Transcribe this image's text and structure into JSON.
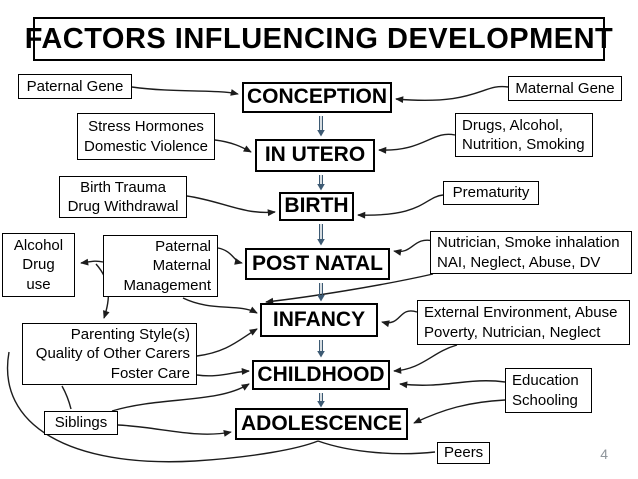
{
  "header": {
    "title": "FACTORS INFLUENCING DEVELOPMENT"
  },
  "page": {
    "number": "4"
  },
  "colors": {
    "background": "#ffffff",
    "border": "#000000",
    "connector": "#1c1c1c",
    "flow_arrow": "#3d5a73",
    "page_number_gray": "#8f959b"
  },
  "diagram": {
    "stages": [
      {
        "id": "conception",
        "label": "CONCEPTION"
      },
      {
        "id": "in-utero",
        "label": "IN UTERO"
      },
      {
        "id": "birth",
        "label": "BIRTH"
      },
      {
        "id": "post-natal",
        "label": "POST NATAL"
      },
      {
        "id": "infancy",
        "label": "INFANCY"
      },
      {
        "id": "childhood",
        "label": "CHILDHOOD"
      },
      {
        "id": "adolescence",
        "label": "ADOLESCENCE"
      }
    ],
    "factors": [
      {
        "id": "paternal-gene",
        "lines": [
          "Paternal Gene"
        ]
      },
      {
        "id": "maternal-gene",
        "lines": [
          "Maternal Gene"
        ]
      },
      {
        "id": "stress",
        "lines": [
          "Stress Hormones",
          "Domestic Violence"
        ]
      },
      {
        "id": "drugs",
        "lines": [
          "Drugs, Alcohol,",
          "Nutrition, Smoking"
        ]
      },
      {
        "id": "birth-trauma",
        "lines": [
          "Birth Trauma",
          "Drug Withdrawal"
        ]
      },
      {
        "id": "prematurity",
        "lines": [
          "Prematurity"
        ]
      },
      {
        "id": "alcohol",
        "lines": [
          "Alcohol",
          "Drug",
          "use"
        ]
      },
      {
        "id": "management",
        "lines": [
          "Paternal",
          "Maternal",
          "Management"
        ]
      },
      {
        "id": "nai",
        "lines": [
          "Nutrician, Smoke inhalation",
          "NAI, Neglect, Abuse, DV"
        ]
      },
      {
        "id": "external",
        "lines": [
          "External Environment, Abuse",
          "Poverty, Nutrician, Neglect"
        ]
      },
      {
        "id": "parenting",
        "lines": [
          "Parenting Style(s)",
          "Quality of Other Carers",
          "Foster Care"
        ]
      },
      {
        "id": "siblings",
        "lines": [
          "Siblings"
        ]
      },
      {
        "id": "education",
        "lines": [
          "Education",
          "Schooling"
        ]
      },
      {
        "id": "peers",
        "lines": [
          "Peers"
        ]
      }
    ]
  }
}
